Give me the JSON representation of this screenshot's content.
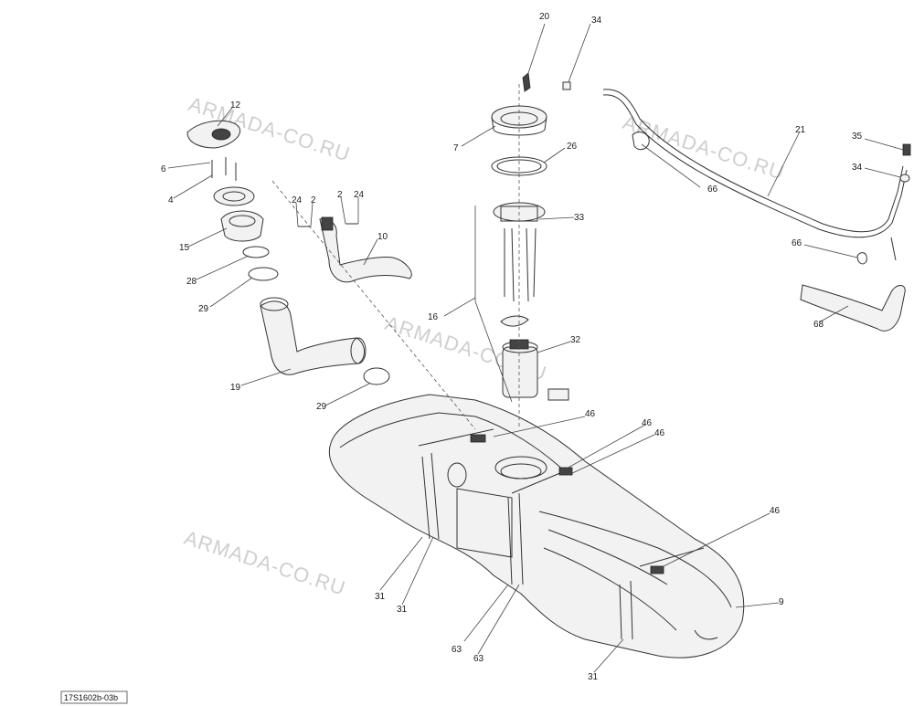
{
  "watermark": "ARMADA-CO.RU",
  "reference_code": "17S1602b-03b",
  "callouts": {
    "c20": "20",
    "c34a": "34",
    "c12": "12",
    "c7": "7",
    "c26": "26",
    "c21": "21",
    "c35": "35",
    "c34b": "34",
    "c66a": "66",
    "c6": "6",
    "c4": "4",
    "c24a": "24",
    "c2a": "2",
    "c2b": "2",
    "c24b": "24",
    "c33": "33",
    "c15": "15",
    "c10": "10",
    "c66b": "66",
    "c28": "28",
    "c29a": "29",
    "c16": "16",
    "c68": "68",
    "c32": "32",
    "c19": "19",
    "c29b": "29",
    "c46a": "46",
    "c46b": "46",
    "c46c": "46",
    "c46d": "46",
    "c9": "9",
    "c31a": "31",
    "c31b": "31",
    "c31c": "31",
    "c63a": "63",
    "c63b": "63"
  }
}
